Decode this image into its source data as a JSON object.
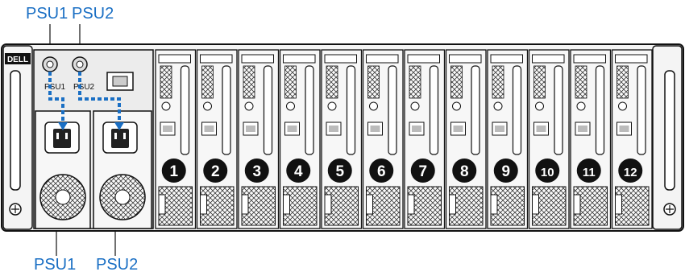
{
  "callouts": {
    "top_psu1": "PSU1",
    "top_psu2": "PSU2",
    "bottom_psu1": "PSU1",
    "bottom_psu2": "PSU2"
  },
  "chassis": {
    "logo": "DELL",
    "port_label_1": "PSU1",
    "port_label_2": "PSU2"
  },
  "sleds": [
    "1",
    "2",
    "3",
    "4",
    "5",
    "6",
    "7",
    "8",
    "9",
    "10",
    "11",
    "12"
  ],
  "colors": {
    "callout": "#1a6fc4",
    "dashed_link": "#1a6fc4",
    "chassis": "#f2f2f2",
    "outline": "#111111"
  }
}
